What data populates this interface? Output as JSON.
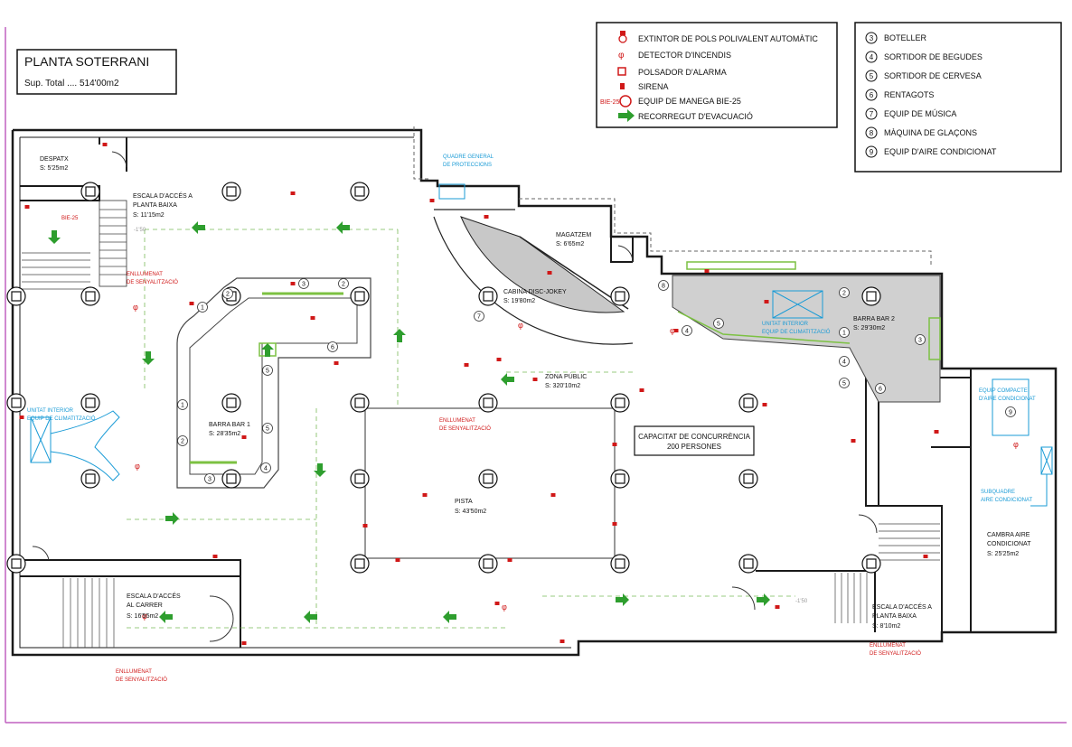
{
  "title_block": {
    "title": "PLANTA SOTERRANI",
    "surface": "Sup. Total .... 514'00m2"
  },
  "legend_left": {
    "items": [
      {
        "icon": "extinguisher-icon",
        "label": "EXTINTOR DE POLS POLIVALENT AUTOMÀTIC"
      },
      {
        "icon": "smoke-detector-icon",
        "label": "DETECTOR D'INCENDIS"
      },
      {
        "icon": "alarm-button-icon",
        "label": "POLSADOR D'ALARMA"
      },
      {
        "icon": "siren-icon",
        "label": "SIRENA"
      },
      {
        "icon": "hose-reel-icon",
        "label": "EQUIP DE MANEGA BIE-25",
        "tag": "BIE-25"
      },
      {
        "icon": "evacuation-arrow-icon",
        "label": "RECORREGUT D'EVACUACIÓ"
      }
    ]
  },
  "legend_right": {
    "items": [
      {
        "num": "3",
        "label": "BOTELLER"
      },
      {
        "num": "4",
        "label": "SORTIDOR DE BEGUDES"
      },
      {
        "num": "5",
        "label": "SORTIDOR DE CERVESA"
      },
      {
        "num": "6",
        "label": "RENTAGOTS"
      },
      {
        "num": "7",
        "label": "EQUIP DE MÚSICA"
      },
      {
        "num": "8",
        "label": "MÀQUINA DE GLAÇONS"
      },
      {
        "num": "9",
        "label": "EQUIP D'AIRE CONDICIONAT"
      }
    ]
  },
  "rooms": {
    "despatx": {
      "name": "DESPATX",
      "area": "S: 5'25m2"
    },
    "escala_planta_baixa": {
      "name1": "ESCALA D'ACCÉS A",
      "name2": "PLANTA BAIXA",
      "area": "S: 11'15m2"
    },
    "magatzem": {
      "name": "MAGATZEM",
      "area": "S: 6'65m2"
    },
    "cabina": {
      "name": "CABINA DISC-JOKEY",
      "area": "S: 19'80m2"
    },
    "zona_public": {
      "name": "ZONA PÚBLIC",
      "area": "S: 320'10m2"
    },
    "barra2": {
      "name": "BARRA BAR 2",
      "area": "S: 29'30m2"
    },
    "barra1": {
      "name": "BARRA BAR 1",
      "area": "S: 28'35m2"
    },
    "pista": {
      "name": "PISTA",
      "area": "S: 43'50m2"
    },
    "escala_carrer": {
      "name1": "ESCALA D'ACCÉS",
      "name2": "AL CARRER",
      "area": "S: 16'55m2"
    },
    "escala_planta_baixa_2": {
      "name1": "ESCALA D'ACCÉS A",
      "name2": "PLANTA BAIXA",
      "area": "S: 8'10m2"
    },
    "cambra_aire": {
      "name1": "CAMBRA AIRE",
      "name2": "CONDICIONAT",
      "area": "S: 25'25m2"
    }
  },
  "capacity": {
    "line1": "CAPACITAT DE CONCURRÈNCIA",
    "line2": "200 PERSONES"
  },
  "annotations": {
    "quadre_general1": "QUADRE GENERAL",
    "quadre_general2": "DE PROTECCIONS",
    "unitat_interior1": "UNITAT INTERIOR",
    "unitat_interior2": "EQUIP DE CLIMATITZACIÓ",
    "unitat_interior_b1": "UNITAT INTERIOR",
    "unitat_interior_b2": "EQUIP DE CLIMATITZACIÓ",
    "equip_compacte1": "EQUIP COMPACTE",
    "equip_compacte2": "D'AIRE CONDICIONAT",
    "subquadre1": "SUBQUADRE",
    "subquadre2": "AIRE CONDICIONAT",
    "enllumenat1": "ENLLUMENAT",
    "senyal1": "DE SENYALITZACIÓ",
    "enllumenat2": "ENLLUMENAT",
    "senyal2": "DE SENYALITZACIÓ",
    "enllumenat3": "ENLLUMENAT",
    "senyal3": "DE SENYALITZACIÓ",
    "enllumenat4": "ENLLUMENAT",
    "senyal4": "DE SENYALITZACIÓ",
    "bie_tag": "BIE-25",
    "level1": "-1'50",
    "level2": "-1'50"
  },
  "colors": {
    "wall": "#1a1a1a",
    "safety": "#d01818",
    "evac": "#2e9e2e",
    "hvac": "#1a9bd6",
    "bar": "#7cc142",
    "frame": "#c060c0"
  }
}
